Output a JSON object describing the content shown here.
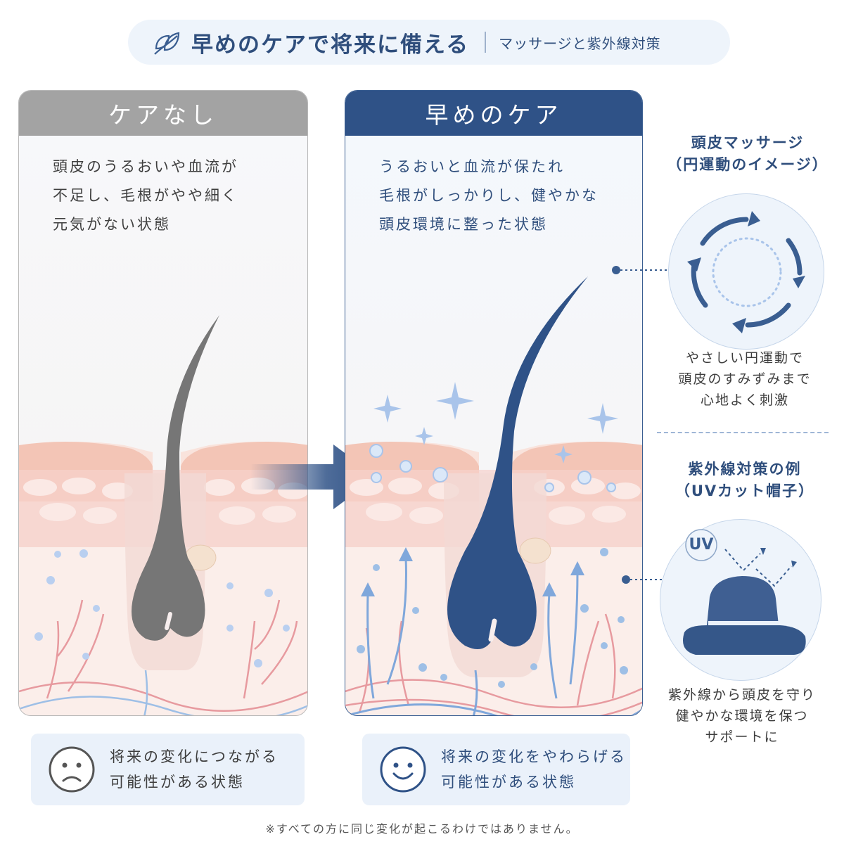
{
  "header": {
    "title": "早めのケアで将来に備える",
    "subtitle": "マッサージと紫外線対策"
  },
  "left_panel": {
    "heading": "ケアなし",
    "description": [
      "頭皮のうるおいや血流が",
      "不足し、毛根がやや細く",
      "元気がない状態"
    ]
  },
  "right_panel": {
    "heading": "早めのケア",
    "description": [
      "うるおいと血流が保たれ",
      "毛根がしっかりし、健やかな",
      "頭皮環境に整った状態"
    ]
  },
  "massage": {
    "title": [
      "頭皮マッサージ",
      "（円運動のイメージ）"
    ],
    "description": [
      "やさしい円運動で",
      "頭皮のすみずみまで",
      "心地よく刺激"
    ]
  },
  "uv": {
    "title": [
      "紫外線対策の例",
      "（UVカット帽子）"
    ],
    "badge": "UV",
    "description": [
      "紫外線から頭皮を守り",
      "健やかな環境を保つ",
      "サポートに"
    ]
  },
  "bottom_left": {
    "text": [
      "将来の変化につながる",
      "可能性がある状態"
    ]
  },
  "bottom_right": {
    "text": [
      "将来の変化をやわらげる",
      "可能性がある状態"
    ]
  },
  "footnote": "※すべての方に同じ変化が起こるわけではありません。",
  "colors": {
    "navy": "#2f5287",
    "gray_header": "#a3a3a3",
    "light_blue_bg": "#eef4fb",
    "vessel_red": "#e79a9f",
    "vessel_blue": "#9ebfe6"
  }
}
